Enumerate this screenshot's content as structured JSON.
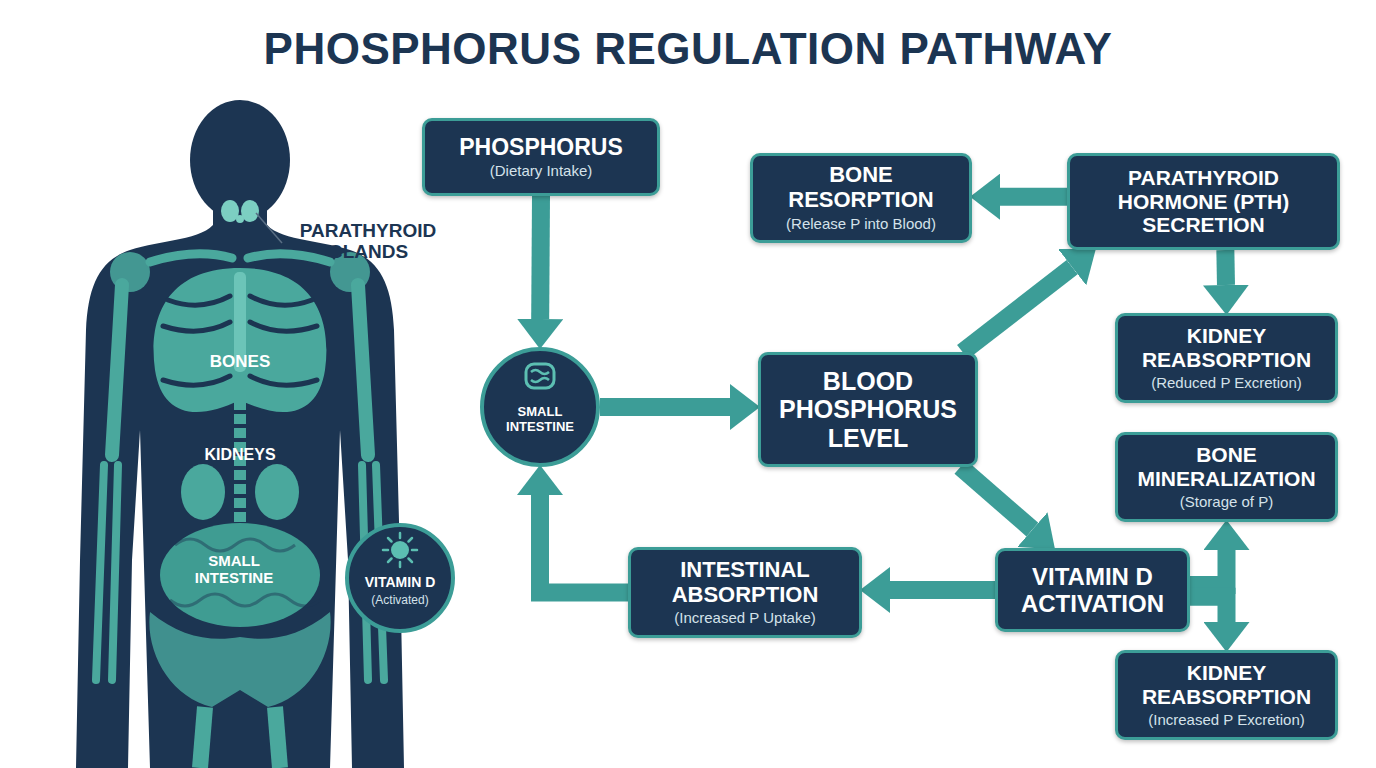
{
  "diagram": {
    "title": "PHOSPHORUS REGULATION PATHWAY",
    "nodes": [
      {
        "text": [
          "PHOSPHORUS",
          "(Dietary Intake)"
        ]
      },
      {
        "text": [
          "BONE RESORPTION",
          "(Release P into Blood)"
        ]
      },
      {
        "text": [
          "PARATHYROID HORMONE (PTH) SECRETION"
        ]
      },
      {
        "text": [
          "SMALL INTESTINE"
        ]
      },
      {
        "text": [
          "BLOOD PHOSPHORUS LEVEL"
        ]
      },
      {
        "text": [
          "KIDNEY REABSORPTION",
          "(Reduced P Excretion)"
        ]
      },
      {
        "text": [
          "BONE MINERALIZATION",
          "(Storage of P)"
        ]
      },
      {
        "text": [
          "INTESTINAL ABSORPTION",
          "(Increased P Uptake)"
        ]
      },
      {
        "text": [
          "VITAMIN D ACTIVATION"
        ]
      },
      {
        "text": [
          "KIDNEY REABSORPTION",
          "(Increased P Excretion)"
        ]
      },
      {
        "text": [
          "VITAMIN D",
          "(Activated)"
        ]
      }
    ],
    "edges": [
      {
        "from": 0,
        "to": 3,
        "arrow": "to"
      },
      {
        "from": 3,
        "to": 4,
        "arrow": "to"
      },
      {
        "from": 4,
        "to": 2,
        "arrow": "to"
      },
      {
        "from": 2,
        "to": 1,
        "arrow": "to"
      },
      {
        "from": 2,
        "to": 5,
        "arrow": "to"
      },
      {
        "from": 4,
        "to": 8,
        "arrow": "to"
      },
      {
        "from": 8,
        "to": 7,
        "arrow": "to"
      },
      {
        "from": 7,
        "to": 3,
        "arrow": "to"
      },
      {
        "from": 8,
        "to": 6,
        "arrow": "to"
      },
      {
        "from": 8,
        "to": 9,
        "arrow": "to"
      }
    ],
    "labels": [
      "PARATHYROID GLANDS",
      "BONES",
      "KIDNEYS",
      "SMALL INTESTINE"
    ]
  }
}
